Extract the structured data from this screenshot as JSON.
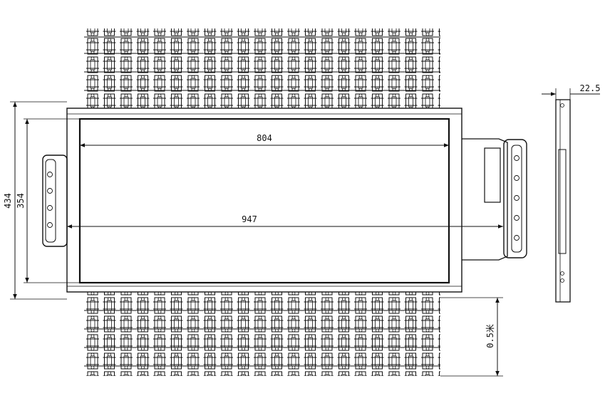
{
  "dimensions": {
    "inner_width": "804",
    "outer_width": "947",
    "outer_height": "434",
    "inner_height": "354",
    "side_thickness": "22.5",
    "spacing": "0.5米"
  },
  "colors": {
    "ink": "#111111",
    "background": "#ffffff"
  }
}
